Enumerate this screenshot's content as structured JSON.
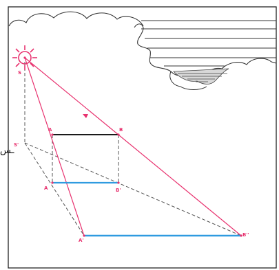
{
  "figure": {
    "kind": "shadow projection by a point light source",
    "colors": {
      "ray": "#e8326f",
      "object_line": "#1a1a1a",
      "shadow_line": "#2f9be0",
      "construction": "#555555",
      "frame": "#222222",
      "light": "#e8326f"
    },
    "icons": [
      "sun-icon",
      "cloud-icon",
      "hatched-cloud-icon"
    ],
    "labels": {
      "light_source": "S",
      "light_foot": "S'",
      "top_a": "A",
      "top_b": "B",
      "foot_a": "A",
      "foot_b": "B'",
      "shadow_a": "A'",
      "shadow_b": "B''"
    },
    "edge_glyph": "ـس"
  }
}
